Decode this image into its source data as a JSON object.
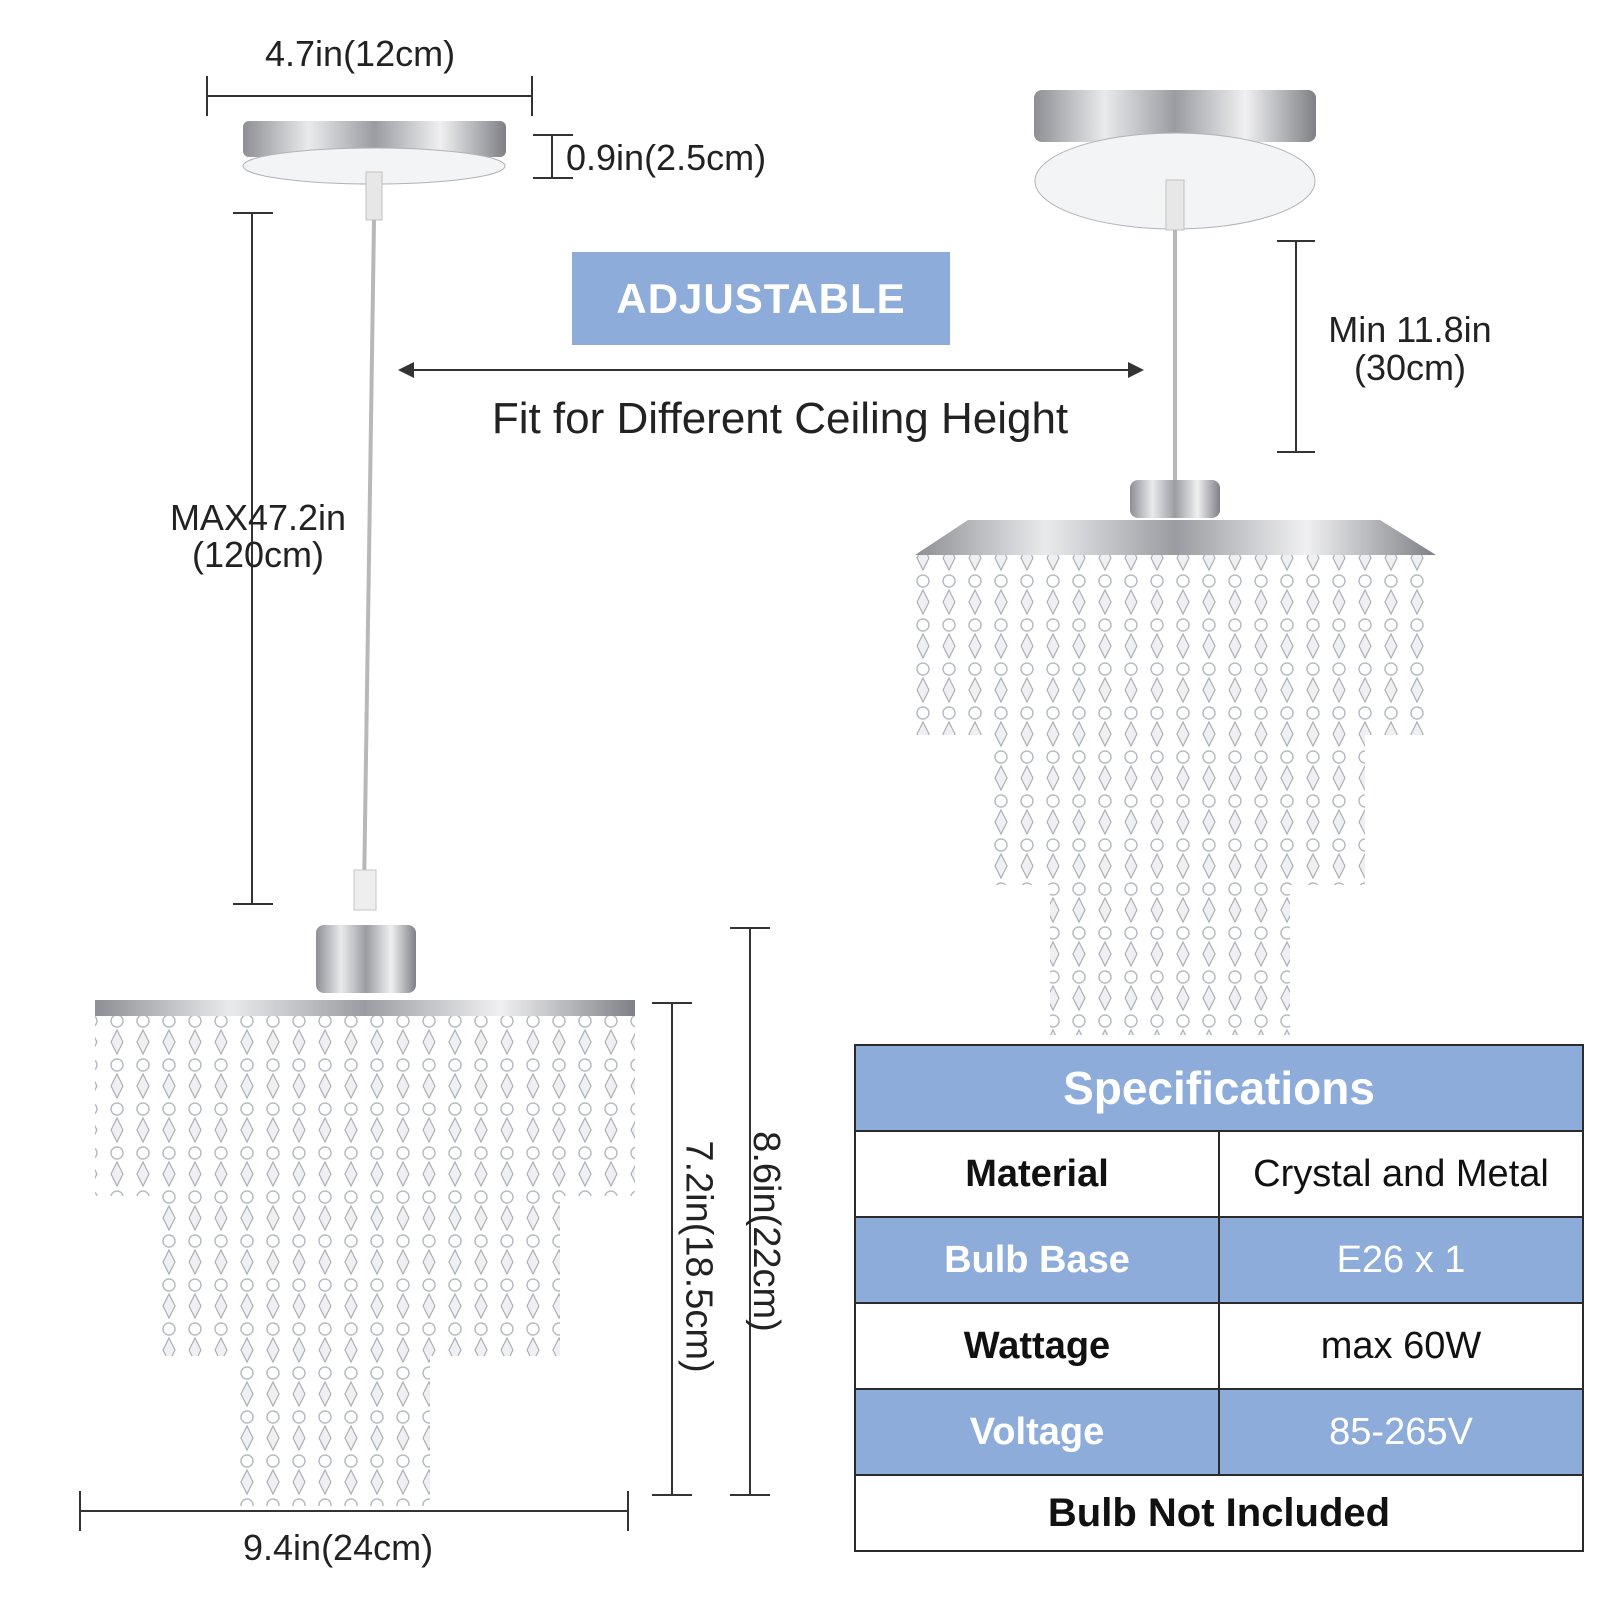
{
  "dimensions": {
    "canopy_width": "4.7in(12cm)",
    "canopy_height": "0.9in(2.5cm)",
    "max_cord_line1": "MAX47.2in",
    "max_cord_line2": "(120cm)",
    "min_cord_line1": "Min 11.8in",
    "min_cord_line2": "(30cm)",
    "shade_height": "7.2in(18.5cm)",
    "total_height": "8.6in(22cm)",
    "shade_width": "9.4in(24cm)"
  },
  "adjustable": {
    "badge": "ADJUSTABLE",
    "caption": "Fit for Different Ceiling Height"
  },
  "specifications": {
    "title": "Specifications",
    "rows": [
      {
        "label": "Material",
        "value": "Crystal and Metal"
      },
      {
        "label": "Bulb Base",
        "value": "E26 x 1"
      },
      {
        "label": "Wattage",
        "value": "max 60W"
      },
      {
        "label": "Voltage",
        "value": "85-265V"
      }
    ],
    "footer": "Bulb Not Included"
  },
  "colors": {
    "accent_blue": "#8eacd9",
    "chrome": "#c8c8cc",
    "crystal": "#d9dde2"
  }
}
